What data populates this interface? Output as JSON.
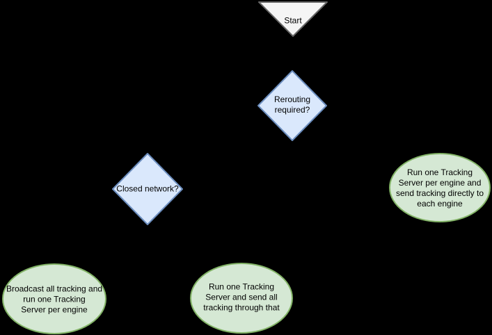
{
  "diagram": {
    "type": "flowchart",
    "background_color": "#000000",
    "text_color": "#000000",
    "nodes": {
      "start": {
        "shape": "inverted-triangle",
        "label": "Start",
        "fill": "#f5f5f5",
        "stroke": "#666666"
      },
      "rerouting_decision": {
        "shape": "diamond",
        "label": [
          "Rerouting",
          "required?"
        ],
        "fill": "#dae8fc",
        "stroke": "#6c8ebf"
      },
      "closed_network_decision": {
        "shape": "diamond",
        "label": "Closed network?",
        "fill": "#dae8fc",
        "stroke": "#6c8ebf"
      },
      "run_per_engine_direct": {
        "shape": "ellipse",
        "label": [
          "Run one Tracking",
          "Server per engine and",
          "send tracking directly to",
          "each engine"
        ],
        "fill": "#d5e8d4",
        "stroke": "#82b366"
      },
      "broadcast_all_tracking": {
        "shape": "ellipse",
        "label": [
          "Broadcast all tracking and",
          "run one Tracking",
          "Server per engine"
        ],
        "fill": "#d5e8d4",
        "stroke": "#82b366"
      },
      "single_tracking_server": {
        "shape": "ellipse",
        "label": [
          "Run one Tracking",
          "Server and send all",
          "tracking through that"
        ],
        "fill": "#d5e8d4",
        "stroke": "#82b366"
      }
    }
  }
}
